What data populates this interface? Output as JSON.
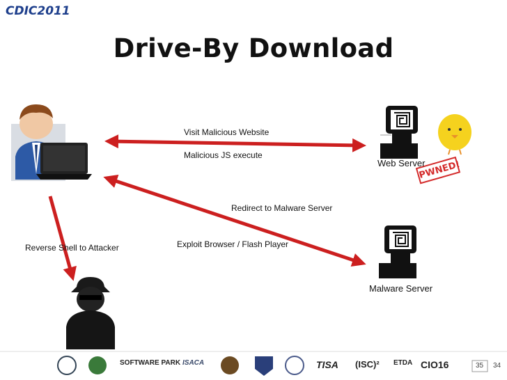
{
  "logo": {
    "text": "CDIC2011",
    "subtitle": "Cyber Defense Initiative Conference"
  },
  "title": "Drive-By Download",
  "labels": {
    "visit": "Visit Malicious Website",
    "js": "Malicious JS execute",
    "redirect": "Redirect to Malware Server",
    "exploit": "Exploit Browser / Flash Player",
    "reverse_shell": "Reverse Shell to Attacker",
    "web_server": "Web Server",
    "malware_server": "Malware Server",
    "pwned": "PWNED!"
  },
  "sponsors": [
    "SOFTWARE PARK",
    "ISACA",
    "TISA",
    "(ISC)²",
    "ETDA",
    "CIO16"
  ],
  "page": {
    "current": "35",
    "total": "34"
  },
  "colors": {
    "arrow": "#cc1f1f",
    "title": "#111111",
    "logo": "#1e3f8c",
    "stamp": "#d42a2a",
    "chick": "#f5d21e"
  }
}
